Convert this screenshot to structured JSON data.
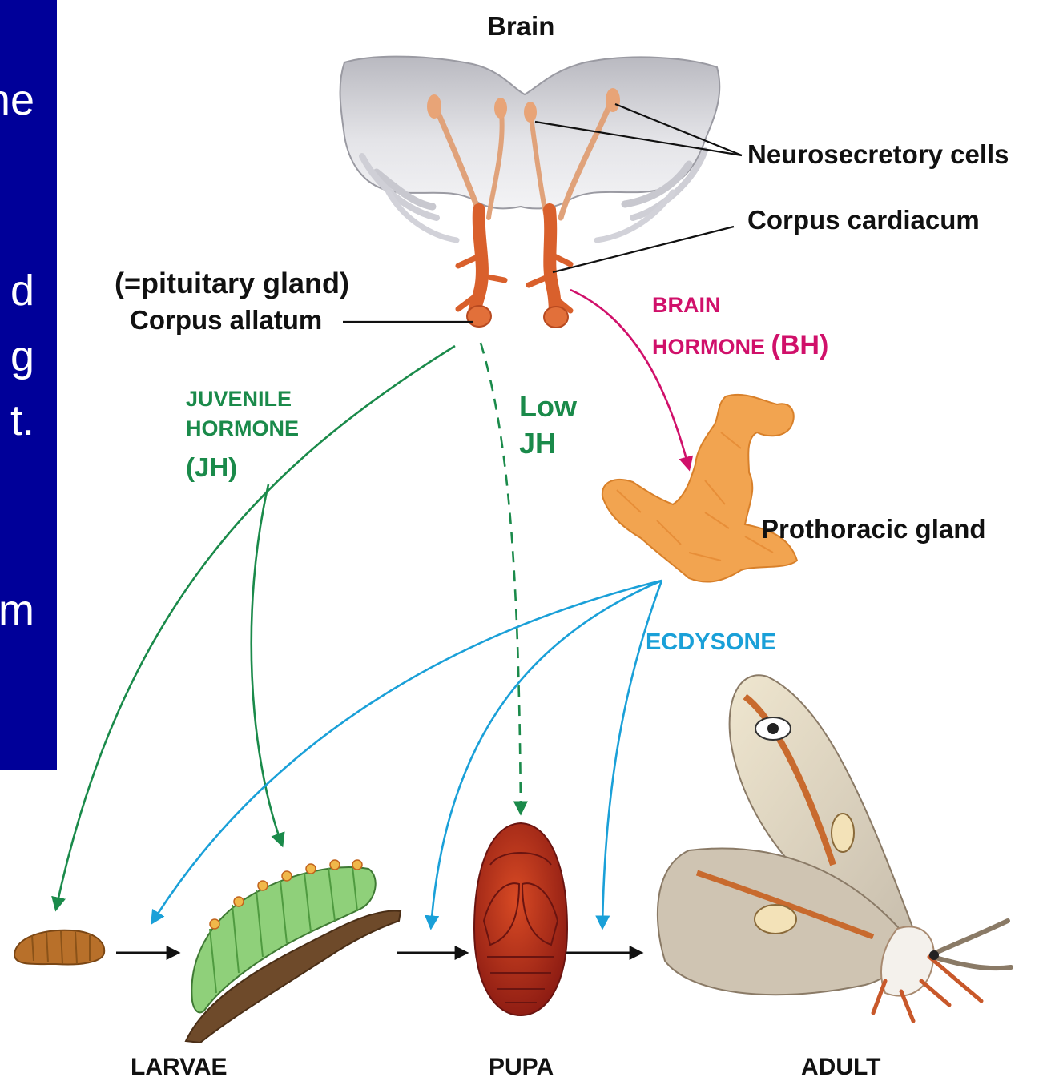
{
  "side_panel": {
    "color": "#000099",
    "fragments": [
      "ne",
      "d",
      "g",
      "t.",
      "m"
    ]
  },
  "labels": {
    "brain": "Brain",
    "neurosecretory_cells": "Neurosecretory cells",
    "corpus_cardiacum": "Corpus cardiacum",
    "pituitary_note": "(=pituitary gland)",
    "corpus_allatum": "Corpus allatum",
    "brain_hormone_line1": "BRAIN",
    "brain_hormone_line2": "HORMONE",
    "brain_hormone_abbr": "(BH)",
    "juvenile_line1": "JUVENILE",
    "juvenile_line2": "HORMONE",
    "juvenile_abbr": "(JH)",
    "low_jh_line1": "Low",
    "low_jh_line2": "JH",
    "prothoracic_gland": "Prothoracic gland",
    "ecdysone": "ECDYSONE",
    "larvae": "LARVAE",
    "pupa": "PUPA",
    "adult": "ADULT"
  },
  "colors": {
    "juvenile_hormone": "#1a8a4a",
    "brain_hormone": "#d0106a",
    "ecdysone": "#1aa0d8",
    "gland": "#f2a450",
    "brain_tissue": "#d6d6dc"
  }
}
